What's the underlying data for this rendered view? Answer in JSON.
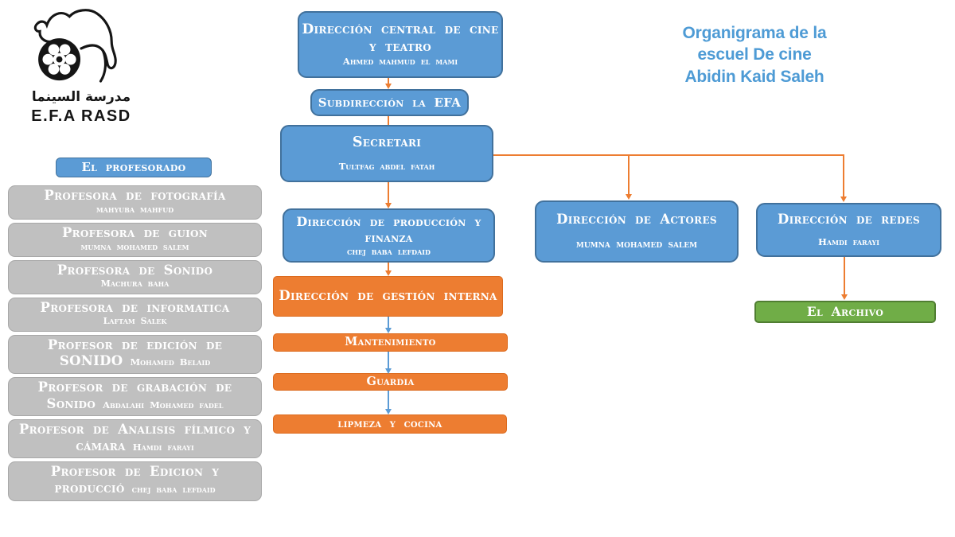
{
  "logo": {
    "arabic_text": "مدرسة السينما",
    "org_abbreviation": "E.F.A RASD",
    "icon": "camel-film-reel-icon"
  },
  "page_title": {
    "lines": [
      "Organigrama de la",
      "escuel De cine",
      "Abidin Kaid Saleh"
    ],
    "color": "#4E9BD5"
  },
  "colors": {
    "node_blue": "#5B9BD5",
    "node_blue_border": "#41719C",
    "node_orange": "#ED7D31",
    "node_gray": "#C0C0C0",
    "node_green": "#70AD47",
    "connector_orange": "#ED7D31",
    "connector_blue": "#5B9BD5",
    "node_text": "#FFFFFF"
  },
  "org_chart": {
    "direccion_central": {
      "title": "Dirección central de cine y teatro",
      "name": "Ahmed mahmud el mami"
    },
    "subdireccion": {
      "title": "Subdirección la EFA"
    },
    "secretari": {
      "title": "Secretari",
      "name": "Tultfag abdel fatah"
    },
    "produccion_finanza": {
      "title": "Dirección de producción y finanza",
      "name": "chej baba lefdaid"
    },
    "gestion_interna": {
      "title": "Dirección de gestión interna"
    },
    "mantenimiento": {
      "title": "Mantenimiento"
    },
    "guardia": {
      "title": "Guardia"
    },
    "limpieza_cocina": {
      "title": "lipmeza y cocina"
    },
    "actores": {
      "title": "Dirección de Actores",
      "name": "mumna mohamed salem"
    },
    "redes": {
      "title": "Dirección de redes",
      "name": "Hamdi farayi"
    },
    "archivo": {
      "title": "El Archivo"
    }
  },
  "profesorado": {
    "header": "El profesorado",
    "items": [
      {
        "title": "Profesora de fotografía",
        "name": "mahyuba mahfud",
        "name_inline": false
      },
      {
        "title": "Profesora de guion",
        "name": "mumna mohamed salem",
        "name_inline": false
      },
      {
        "title": "Profesora de Sonido",
        "name": "Machura baha",
        "name_inline": false
      },
      {
        "title": "Profesora de informatica",
        "name": "Laftam Salek",
        "name_inline": false
      },
      {
        "title": "Profesor de edición de SONIDO",
        "name": "Mohamed Belaid",
        "name_inline": true
      },
      {
        "title": "Profesor de grabación de Sonido",
        "name": "Abdalahi Mohamed fadel",
        "name_inline": true
      },
      {
        "title": "Profesor de Analisis fílmico y cámara",
        "name": "Hamdi farayi",
        "name_inline": true
      },
      {
        "title": "Profesor de Edicion y producció",
        "name": "chej baba lefdaid",
        "name_inline": true
      }
    ]
  }
}
